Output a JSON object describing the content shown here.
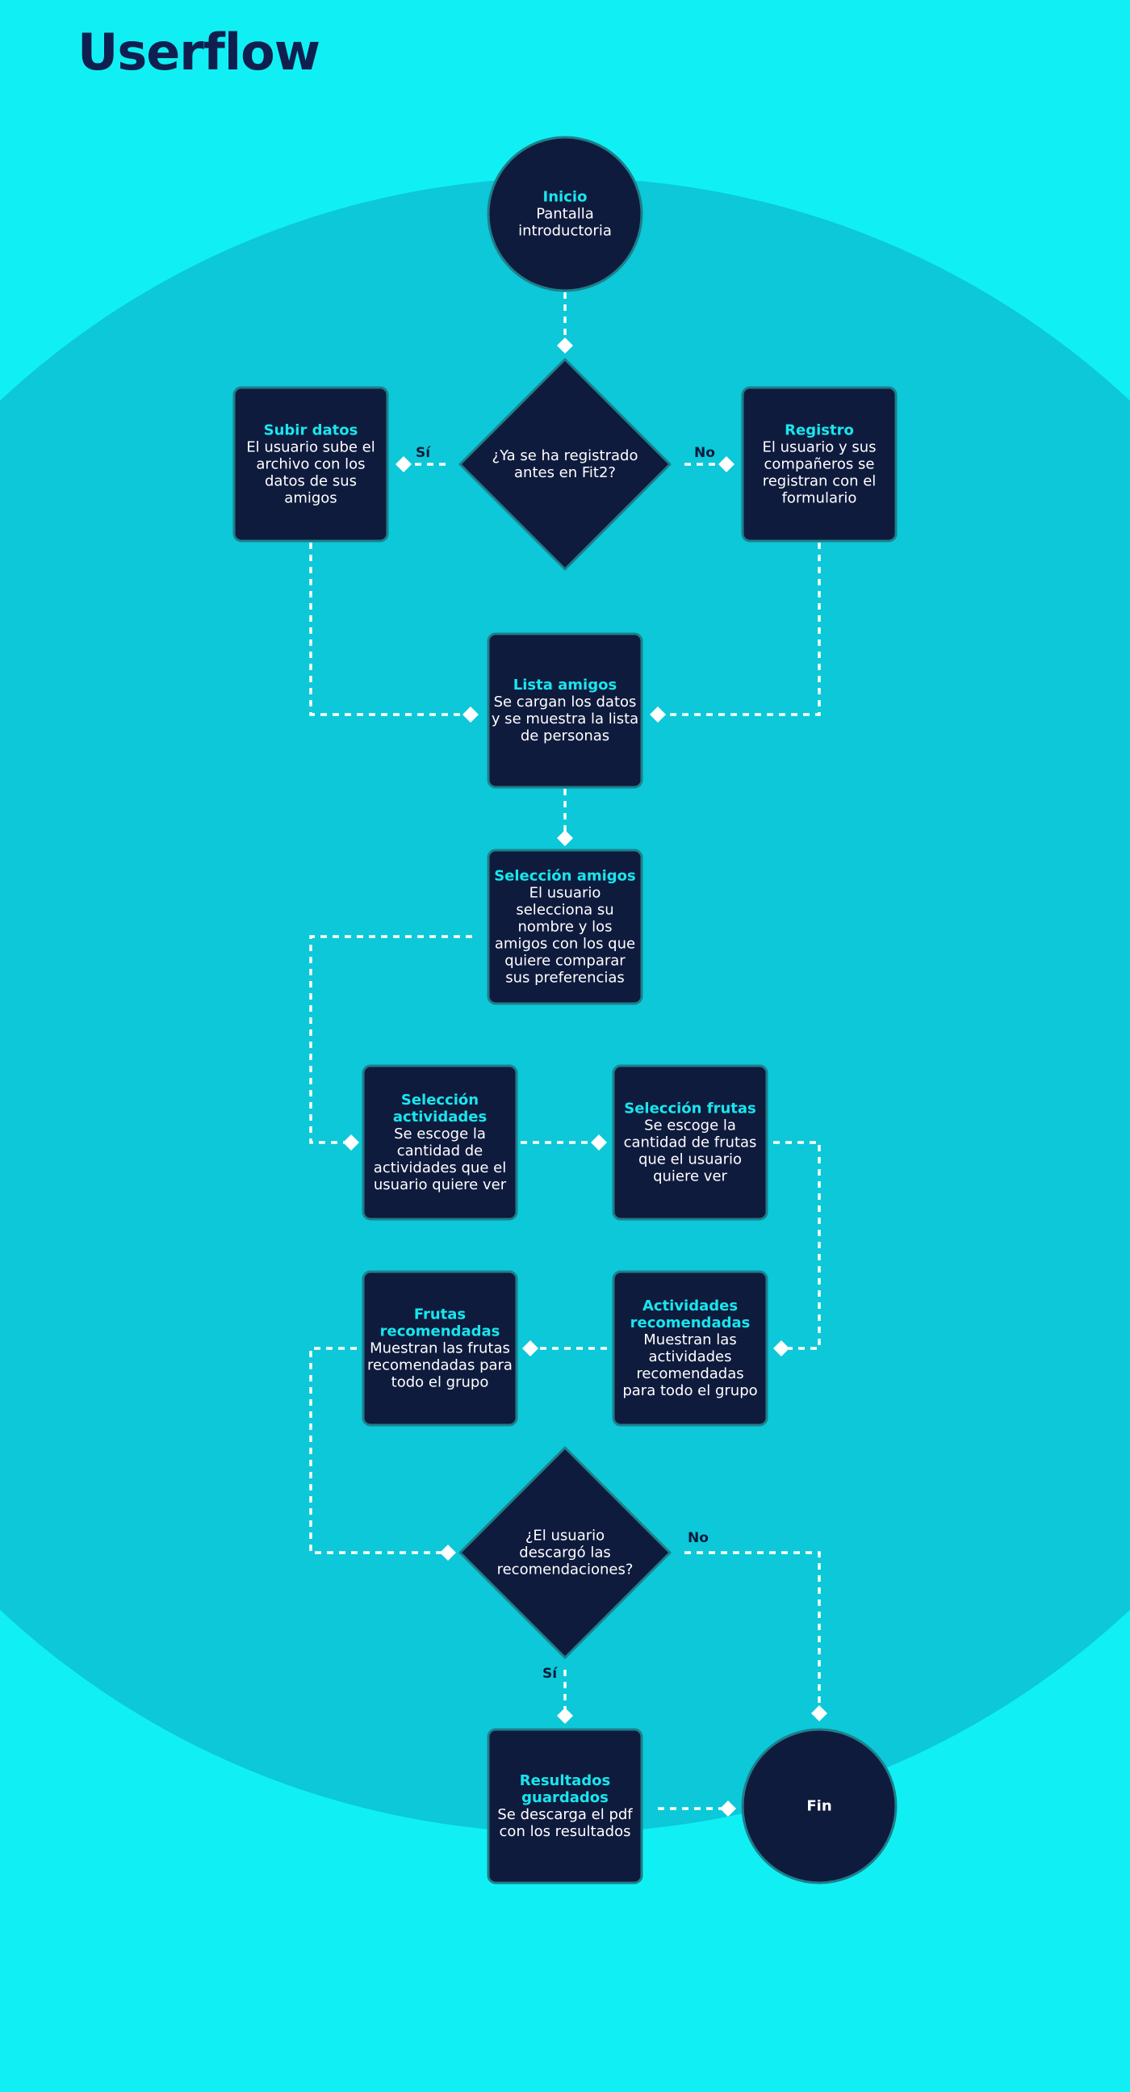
{
  "title": "Userflow",
  "colors": {
    "background": "#10f0f4",
    "circle": "#0cc8d8",
    "node_fill": "#0f1b3d",
    "node_border": "#1e7f8c",
    "accent": "#18e6ee",
    "connector": "#ffffff",
    "title": "#0f1f4f"
  },
  "nodes": {
    "inicio": {
      "title": "Inicio",
      "lines": [
        "Pantalla",
        "introductoria"
      ]
    },
    "pregunta1": {
      "lines": [
        "¿Ya se ha registrado",
        "antes en Fit2?"
      ]
    },
    "subir_datos": {
      "title": "Subir datos",
      "lines": [
        "El usuario sube el",
        "archivo con los",
        "datos de sus",
        "amigos"
      ]
    },
    "registro": {
      "title": "Registro",
      "lines": [
        "El usuario y sus",
        "compañeros se",
        "registran con el",
        "formulario"
      ]
    },
    "lista_amigos": {
      "title": "Lista amigos",
      "lines": [
        "Se cargan los datos",
        "y se muestra la lista",
        "de personas"
      ]
    },
    "seleccion_amigos": {
      "title": "Selección amigos",
      "lines": [
        "El usuario",
        "selecciona su",
        "nombre y los",
        "amigos con los que",
        "quiere comparar",
        "sus preferencias"
      ]
    },
    "seleccion_actividades": {
      "title": [
        "Selección",
        "actividades"
      ],
      "lines": [
        "Se escoge la",
        "cantidad de",
        "actividades que el",
        "usuario quiere ver"
      ]
    },
    "seleccion_frutas": {
      "title": "Selección frutas",
      "lines": [
        "Se escoge la",
        "cantidad de frutas",
        "que el usuario",
        "quiere ver"
      ]
    },
    "frutas_recomendadas": {
      "title": [
        "Frutas",
        "recomendadas"
      ],
      "lines": [
        "Muestran las frutas",
        "recomendadas para",
        "todo el grupo"
      ]
    },
    "actividades_recomendadas": {
      "title": [
        "Actividades",
        "recomendadas"
      ],
      "lines": [
        "Muestran las",
        "actividades",
        "recomendadas",
        "para todo el grupo"
      ]
    },
    "pregunta2": {
      "lines": [
        "¿El usuario",
        "descargó las",
        "recomendaciones?"
      ]
    },
    "resultados_guardados": {
      "title": [
        "Resultados",
        "guardados"
      ],
      "lines": [
        "Se descarga el pdf",
        "con los resultados"
      ]
    },
    "fin": {
      "lines": [
        "Fin"
      ]
    }
  },
  "edge_labels": {
    "q1_yes": "Sí",
    "q1_no": "No",
    "q2_yes": "Sí",
    "q2_no": "No"
  }
}
